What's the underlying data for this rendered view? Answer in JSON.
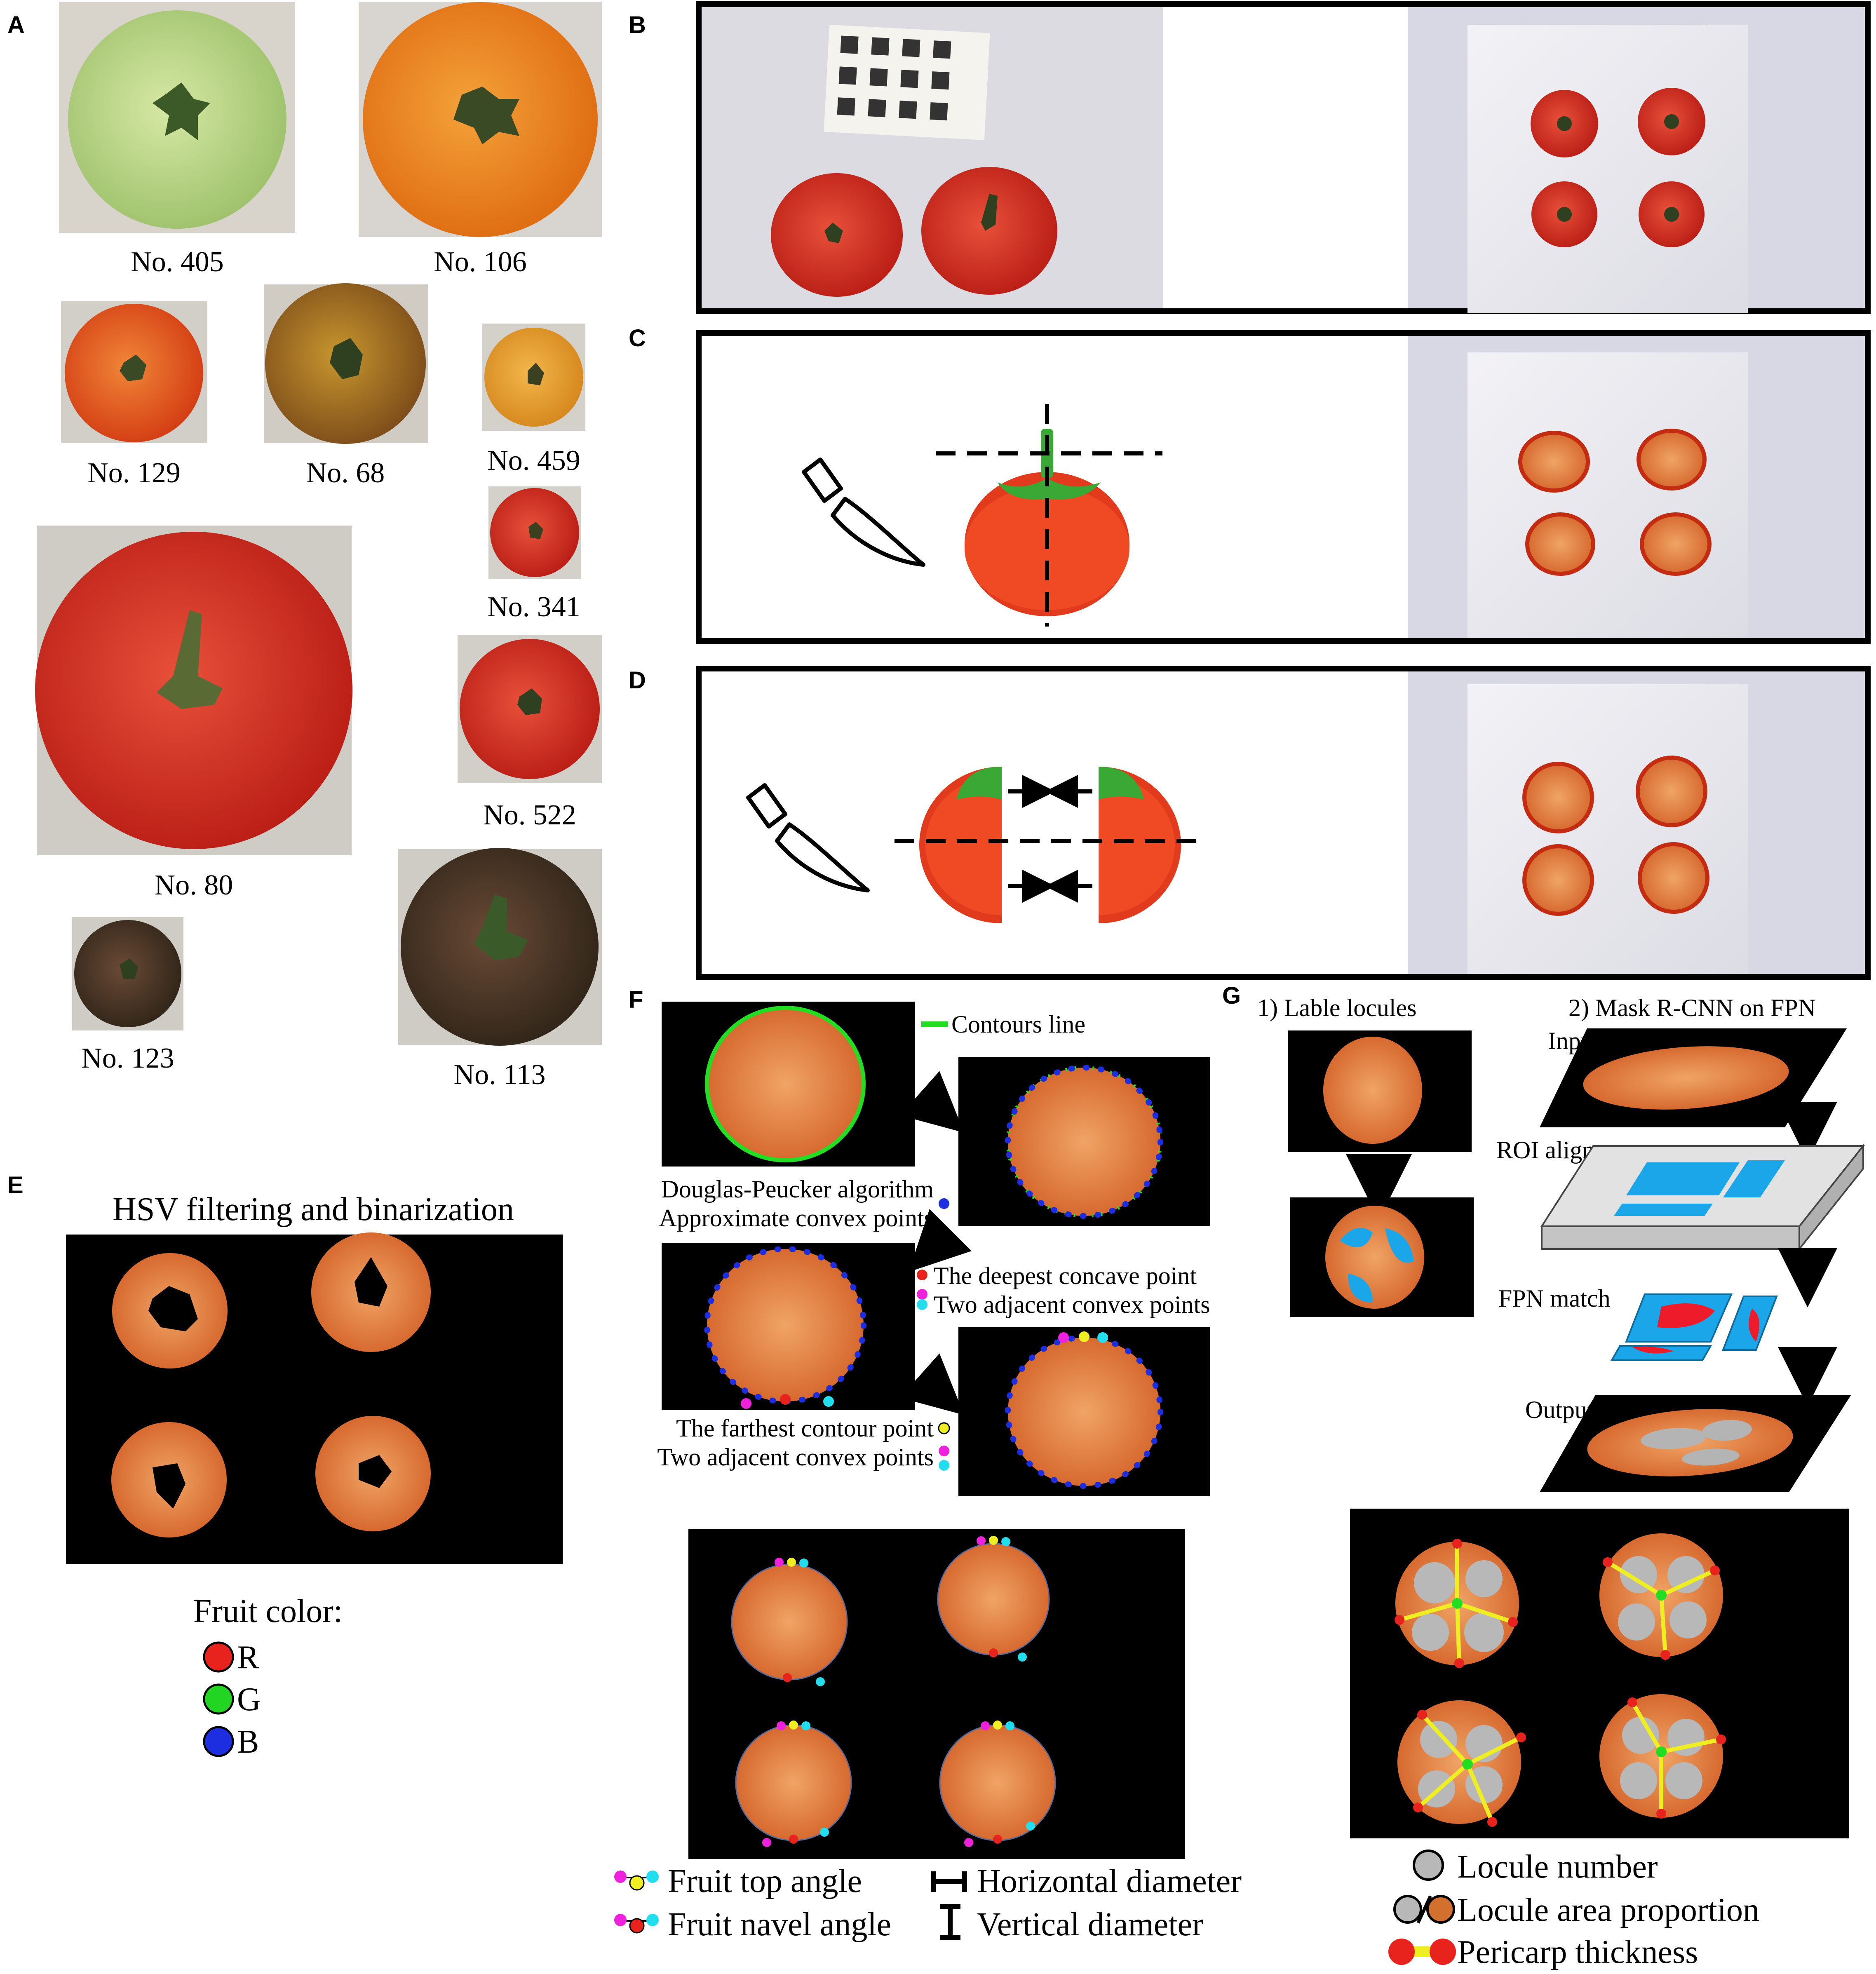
{
  "panels": {
    "A": {
      "label": "A",
      "tomatoes": [
        "No. 405",
        "No. 106",
        "No. 129",
        "No. 68",
        "No. 459",
        "No. 341",
        "No. 80",
        "No. 522",
        "No. 123",
        "No. 113"
      ]
    },
    "B": {
      "label": "B"
    },
    "C": {
      "label": "C"
    },
    "D": {
      "label": "D"
    },
    "E": {
      "label": "E",
      "title": "HSV filtering and binarization",
      "legend_title": "Fruit color:",
      "legend": [
        {
          "key": "R",
          "color": "#e8231d"
        },
        {
          "key": "G",
          "color": "#22d522"
        },
        {
          "key": "B",
          "color": "#1c2ee0"
        }
      ]
    },
    "F": {
      "label": "F",
      "contours_line": "Contours line",
      "dp_line1": "Douglas-Peucker algorithm",
      "dp_line2": "Approximate convex points",
      "concave_point": "The deepest concave point",
      "adjacent_convex_1": "Two adjacent convex points",
      "farthest_point": "The farthest contour point",
      "adjacent_convex_2": "Two adjacent convex points",
      "legend": {
        "top_angle": "Fruit top angle",
        "navel_angle": "Fruit navel angle",
        "horizontal_diameter": "Horizontal diameter",
        "vertical_diameter": "Vertical diameter"
      }
    },
    "G": {
      "label": "G",
      "step1": "1) Lable locules",
      "step2": "2) Mask R-CNN on FPN",
      "input": "Input",
      "roi_align": "ROI align",
      "fpn_match": "FPN match",
      "output": "Output",
      "legend": {
        "locule_number": "Locule number",
        "locule_area": "Locule area proportion",
        "pericarp": "Pericarp thickness"
      }
    }
  },
  "colors": {
    "contour_green": "#22dd22",
    "convex_blue": "#1c2ee0",
    "concave_red": "#e8231d",
    "magenta": "#ee22dd",
    "cyan": "#22ddee",
    "yellow": "#eeee22",
    "mask_blue": "#1aa6e8",
    "mask_red": "#ee1c2a",
    "tomato_flesh": "#d9642a",
    "tomato_red": "#d8281c"
  }
}
